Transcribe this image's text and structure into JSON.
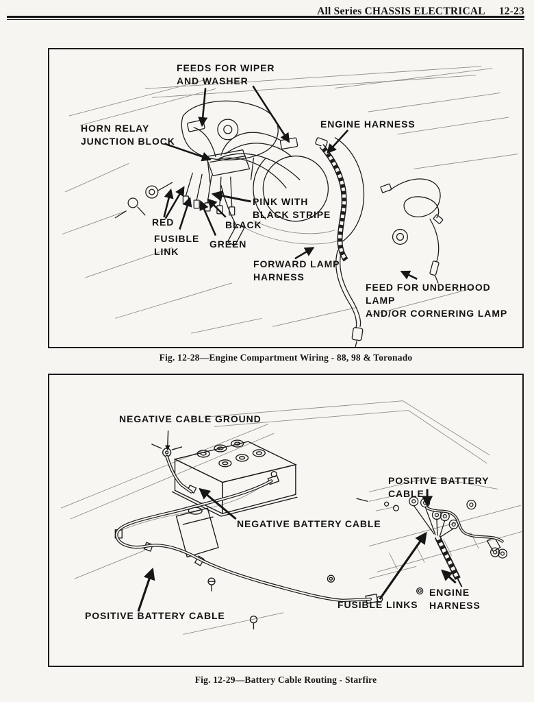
{
  "header": {
    "title": "All Series CHASSIS ELECTRICAL",
    "page_number": "12-23"
  },
  "figure1": {
    "caption": "Fig. 12-28—Engine Compartment Wiring - 88, 98 & Toronado",
    "labels": {
      "wiper": "FEEDS FOR WIPER\nAND WASHER",
      "horn_relay": "HORN RELAY\nJUNCTION BLOCK",
      "engine_harness": "ENGINE HARNESS",
      "pink": "PINK WITH\nBLACK STRIPE",
      "red": "RED",
      "fusible_link": "FUSIBLE\nLINK",
      "black": "BLACK",
      "green": "GREEN",
      "forward_lamp": "FORWARD LAMP\nHARNESS",
      "underhood": "FEED FOR UNDERHOOD LAMP\nAND/OR CORNERING LAMP"
    }
  },
  "figure2": {
    "caption": "Fig. 12-29—Battery Cable Routing - Starfire",
    "labels": {
      "neg_ground": "NEGATIVE CABLE GROUND",
      "neg_cable": "NEGATIVE BATTERY CABLE",
      "pos_cable_detail": "POSITIVE BATTERY CABLE",
      "fusible_links": "FUSIBLE LINKS",
      "engine_harness": "ENGINE HARNESS",
      "pos_cable_main": "POSITIVE BATTERY CABLE"
    }
  }
}
